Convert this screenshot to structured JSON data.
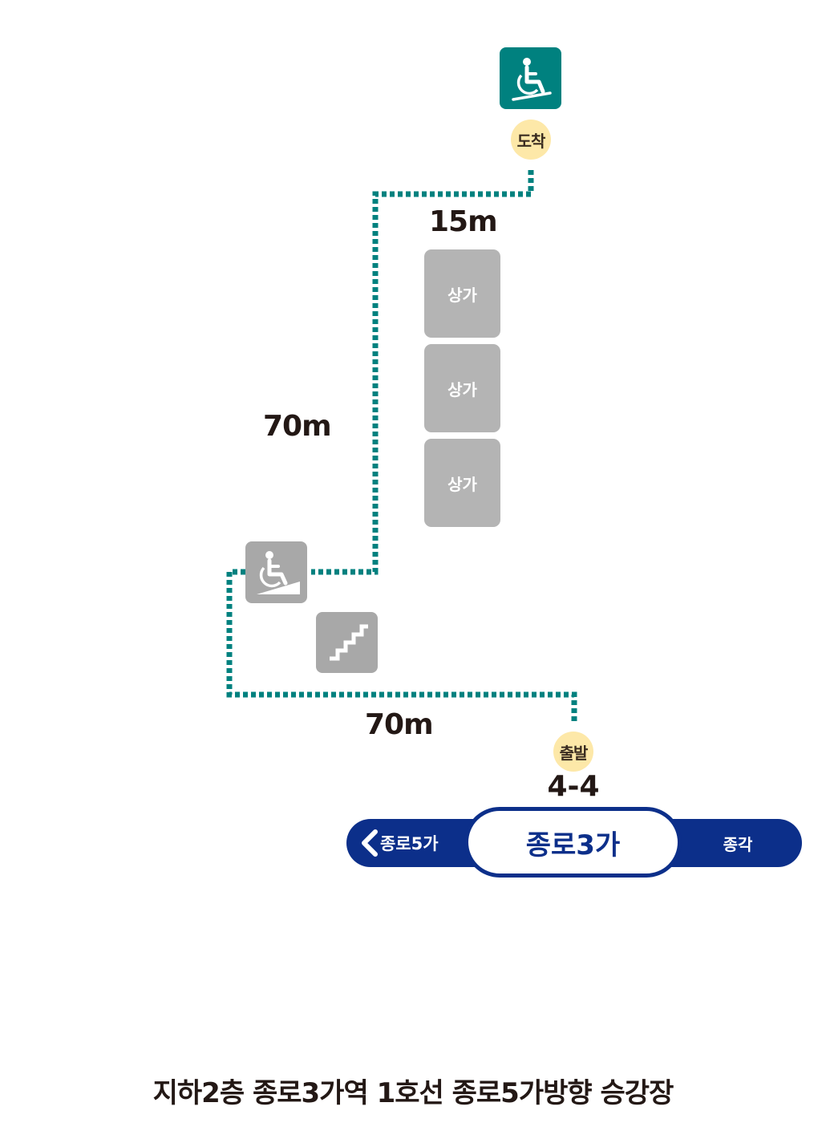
{
  "markers": {
    "arrival": "도착",
    "departure": "출발"
  },
  "distances": {
    "top_segment": "15m",
    "vertical_segment": "70m",
    "bottom_segment": "70m"
  },
  "shops": [
    "상가",
    "상가",
    "상가"
  ],
  "icons": {
    "arrival_facility": "wheelchair-lift-icon",
    "mid_facility": "wheelchair-lift-icon",
    "stairs": "stairs-icon"
  },
  "line": {
    "prev_station": "종로5가",
    "current_station": "종로3가",
    "next_station": "종각",
    "platform_code": "4-4"
  },
  "caption": "지하2층 종로3가역 1호선 종로5가방향 승강장",
  "colors": {
    "route": "#00817f",
    "arrival_icon_bg": "#00817f",
    "gray_icon_bg": "#a8a8a8",
    "shop_bg": "#b4b4b4",
    "marker_bg": "#fde8a8",
    "line_color": "#0c2f8a"
  }
}
